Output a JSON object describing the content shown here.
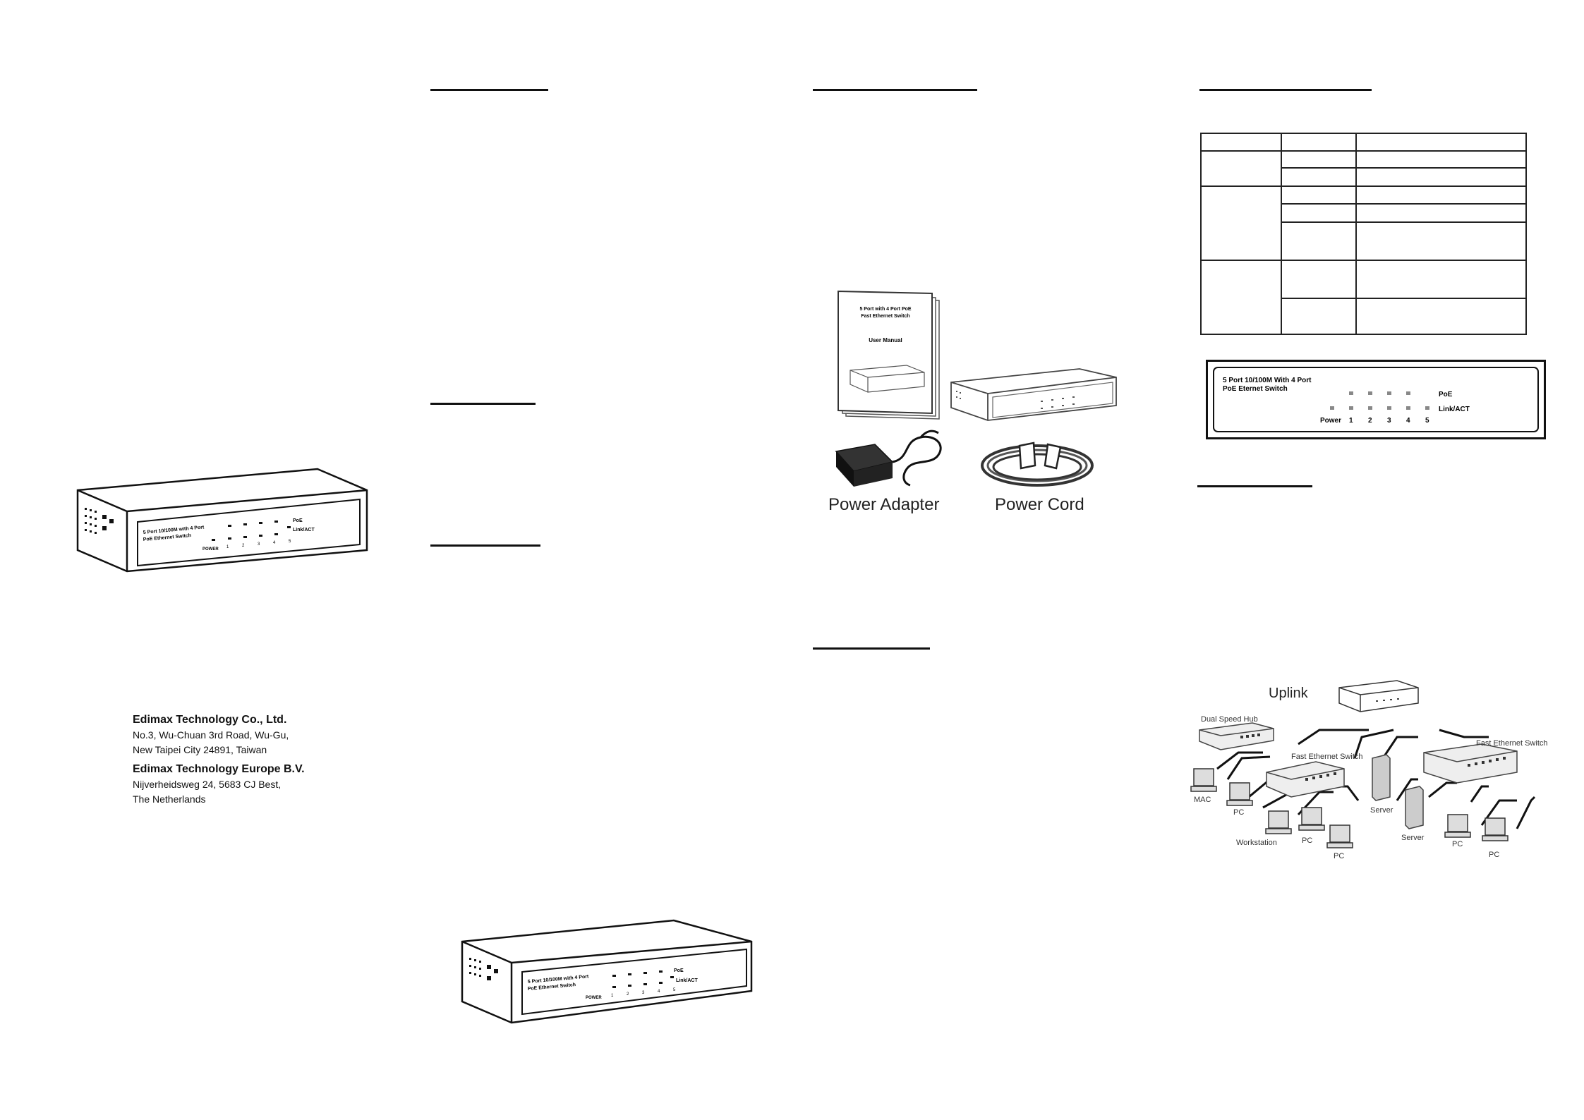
{
  "panel1": {
    "address": [
      {
        "company": "Edimax Technology Co., Ltd.",
        "lines": [
          "No.3, Wu-Chuan 3rd Road, Wu-Gu,",
          "New Taipei City 24891, Taiwan"
        ]
      },
      {
        "company": "Edimax Technology Europe B.V.",
        "lines": [
          "Nijverheidsweg 24, 5683 CJ Best,",
          "The Netherlands"
        ]
      }
    ]
  },
  "device": {
    "label_line1": "5 Port 10/100M with 4 Port",
    "label_line2": "PoE Ethernet Switch",
    "power": "POWER",
    "poe": "PoE",
    "link": "Link/ACT",
    "ports": [
      "1",
      "2",
      "3",
      "4",
      "5"
    ]
  },
  "package": {
    "manual_line1": "5 Port with 4 Port PoE",
    "manual_line2": "Fast Ethernet Switch",
    "manual_title": "User Manual",
    "adapter_caption": "Power Adapter",
    "cord_caption": "Power Cord"
  },
  "front_panel": {
    "line1": "5 Port 10/100M With 4 Port",
    "line2": "PoE Eternet Switch",
    "poe": "PoE",
    "link": "Link/ACT",
    "power": "Power",
    "ports": [
      "1",
      "2",
      "3",
      "4",
      "5"
    ]
  },
  "network": {
    "uplink": "Uplink",
    "dual_speed_hub": "Dual Speed Hub",
    "fast_switch_center": "Fast Ethernet Switch",
    "fast_switch_right": "Fast Ethernet Switch",
    "mac": "MAC",
    "pc1": "PC",
    "workstation": "Workstation",
    "pc2": "PC",
    "pc3": "PC",
    "server1": "Server",
    "server2": "Server",
    "pc4": "PC",
    "pc5": "PC"
  }
}
